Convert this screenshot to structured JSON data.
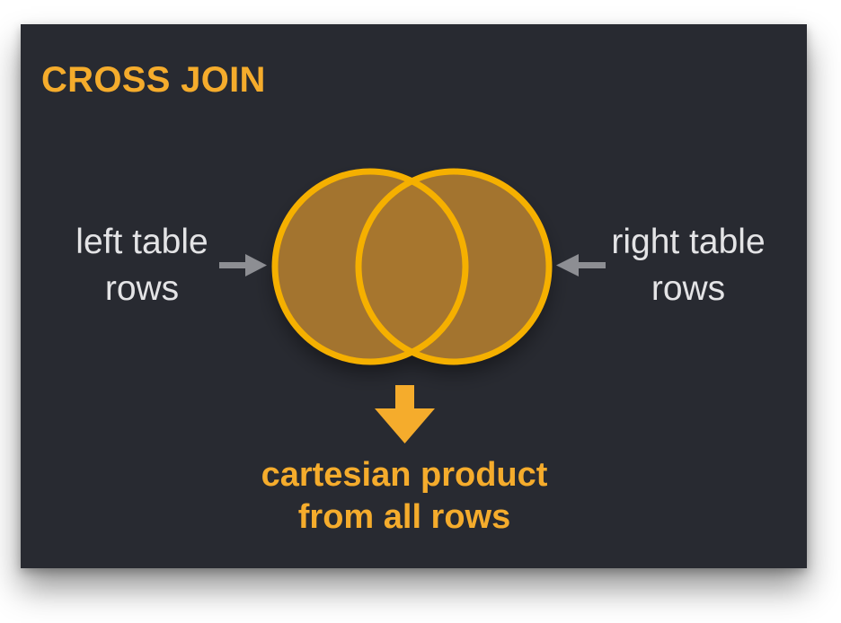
{
  "title": "CROSS JOIN",
  "left_label": {
    "line1": "left table",
    "line2": "rows"
  },
  "right_label": {
    "line1": "right table",
    "line2": "rows"
  },
  "result_label": {
    "line1": "cartesian product",
    "line2": "from all rows"
  },
  "colors": {
    "background": "#282a31",
    "accent": "#f5ac2c",
    "circle_stroke": "#f5b000",
    "circle_fill": "#a8772f",
    "side_text": "#e4e4e6",
    "arrow_gray": "#8d8e93"
  }
}
